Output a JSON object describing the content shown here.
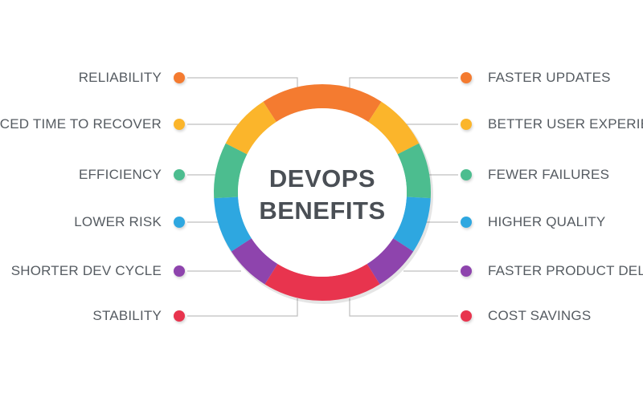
{
  "center": {
    "line1": "DEVOPS",
    "line2": "BENEFITS"
  },
  "colors": {
    "orange": "#f47b30",
    "yellow": "#fbb52b",
    "green": "#4cbd8f",
    "blue": "#2ea7e0",
    "purple": "#8e44ad",
    "red": "#e8344e",
    "connector": "#bfbfbf"
  },
  "left_items": [
    {
      "label": "RELIABILITY",
      "color": "orange"
    },
    {
      "label": "REDUCED TIME TO RECOVER",
      "color": "yellow"
    },
    {
      "label": "EFFICIENCY",
      "color": "green"
    },
    {
      "label": "LOWER RISK",
      "color": "blue"
    },
    {
      "label": "SHORTER DEV CYCLE",
      "color": "purple"
    },
    {
      "label": "STABILITY",
      "color": "red"
    }
  ],
  "right_items": [
    {
      "label": "FASTER UPDATES",
      "color": "orange"
    },
    {
      "label": "BETTER USER EXPERIENCE",
      "color": "yellow"
    },
    {
      "label": "FEWER FAILURES",
      "color": "green"
    },
    {
      "label": "HIGHER QUALITY",
      "color": "blue"
    },
    {
      "label": "FASTER PRODUCT DELIVERY",
      "color": "purple"
    },
    {
      "label": "COST SAVINGS",
      "color": "red"
    }
  ]
}
